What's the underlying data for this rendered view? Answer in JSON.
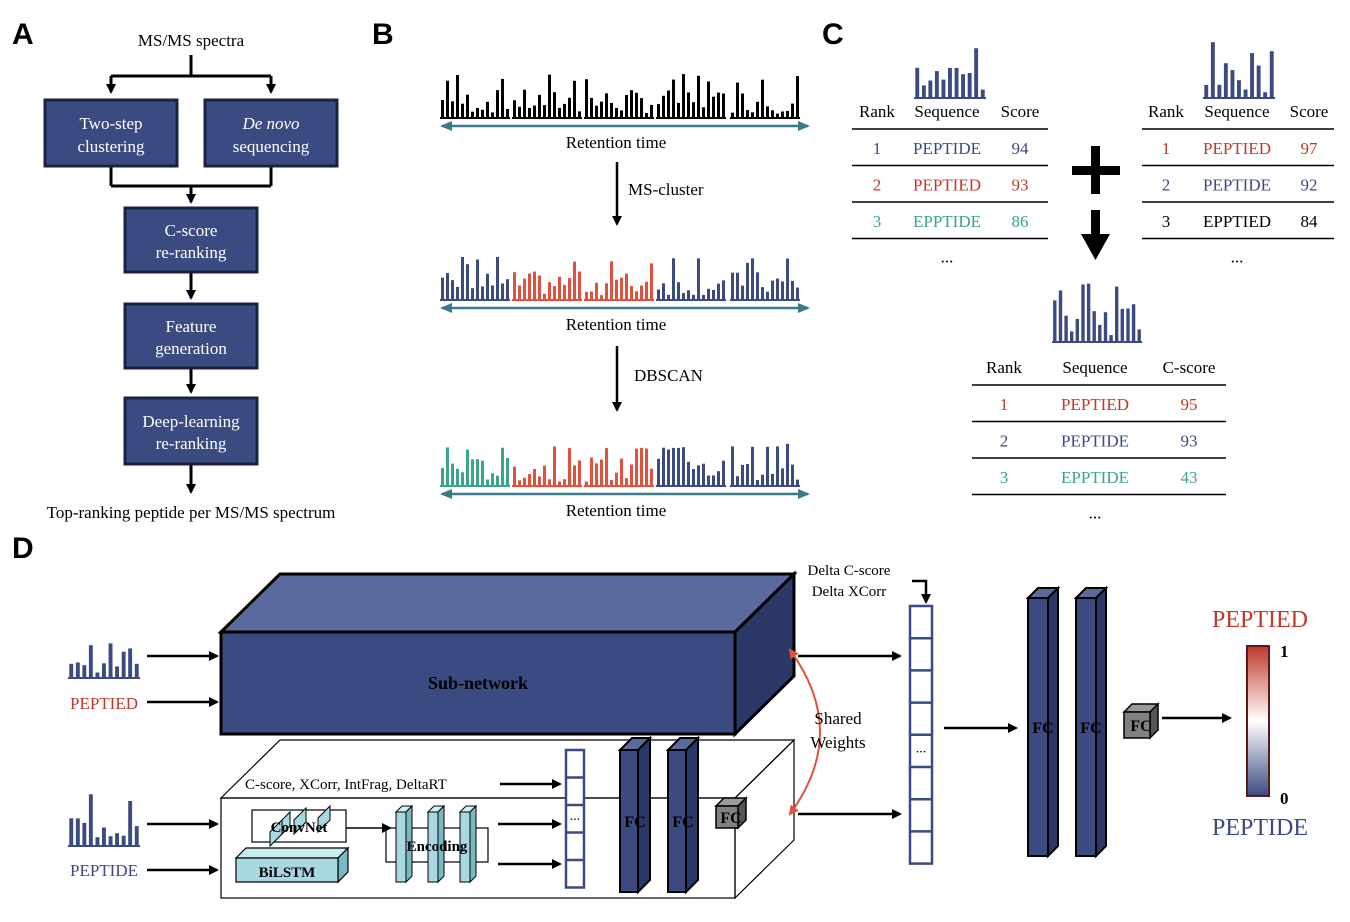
{
  "panels": {
    "a": "A",
    "b": "B",
    "c": "C",
    "d": "D"
  },
  "colors": {
    "navy": "#3c4a82",
    "navy_dark": "#1a2244",
    "red": "#c0392b",
    "spec_red": "#e0523f",
    "teal": "#3aa58a",
    "axis": "#3a7a8a",
    "lightblue": "#a8d8e0"
  },
  "panel_a": {
    "input": "MS/MS spectra",
    "box1": [
      "Two-step",
      "clustering"
    ],
    "box2": [
      "De novo",
      "sequencing"
    ],
    "box3": [
      "C-score",
      "re-ranking"
    ],
    "box4": [
      "Feature",
      "generation"
    ],
    "box5": [
      "Deep-learning",
      "re-ranking"
    ],
    "output": "Top-ranking peptide per MS/MS spectrum"
  },
  "panel_b": {
    "axis_label": "Retention time",
    "step1": "MS-cluster",
    "step2": "DBSCAN"
  },
  "panel_c": {
    "table_left": {
      "headers": [
        "Rank",
        "Sequence",
        "Score"
      ],
      "rows": [
        {
          "rank": "1",
          "seq": "PEPTIDE",
          "score": "94",
          "color": "navy"
        },
        {
          "rank": "2",
          "seq": "PEPTIED",
          "score": "93",
          "color": "red"
        },
        {
          "rank": "3",
          "seq": "EPPTIDE",
          "score": "86",
          "color": "teal"
        }
      ],
      "more": "..."
    },
    "table_right": {
      "headers": [
        "Rank",
        "Sequence",
        "Score"
      ],
      "rows": [
        {
          "rank": "1",
          "seq": "PEPTIED",
          "score": "97",
          "color": "red"
        },
        {
          "rank": "2",
          "seq": "PEPTIDE",
          "score": "92",
          "color": "navy"
        },
        {
          "rank": "3",
          "seq": "EPPTIED",
          "score": "84",
          "color": "black"
        }
      ],
      "more": "..."
    },
    "table_bottom": {
      "headers": [
        "Rank",
        "Sequence",
        "C-score"
      ],
      "rows": [
        {
          "rank": "1",
          "seq": "PEPTIED",
          "score": "95",
          "color": "red"
        },
        {
          "rank": "2",
          "seq": "PEPTIDE",
          "score": "93",
          "color": "navy"
        },
        {
          "rank": "3",
          "seq": "EPPTIDE",
          "score": "43",
          "color": "teal"
        }
      ],
      "more": "..."
    }
  },
  "panel_d": {
    "subnetwork": "Sub-network",
    "pep_top": "PEPTIED",
    "pep_bottom": "PEPTIDE",
    "features": "C-score, XCorr, IntFrag, DeltaRT",
    "convnet": "ConvNet",
    "bilstm": "BiLSTM",
    "encoding": "Encoding",
    "fc": "FC",
    "vector_dots": "...",
    "delta1": "Delta C-score",
    "delta2": "Delta XCorr",
    "shared1": "Shared",
    "shared2": "Weights",
    "out_top": "PEPTIED",
    "out_bottom": "PEPTIDE",
    "scale_max": "1",
    "scale_min": "0"
  }
}
